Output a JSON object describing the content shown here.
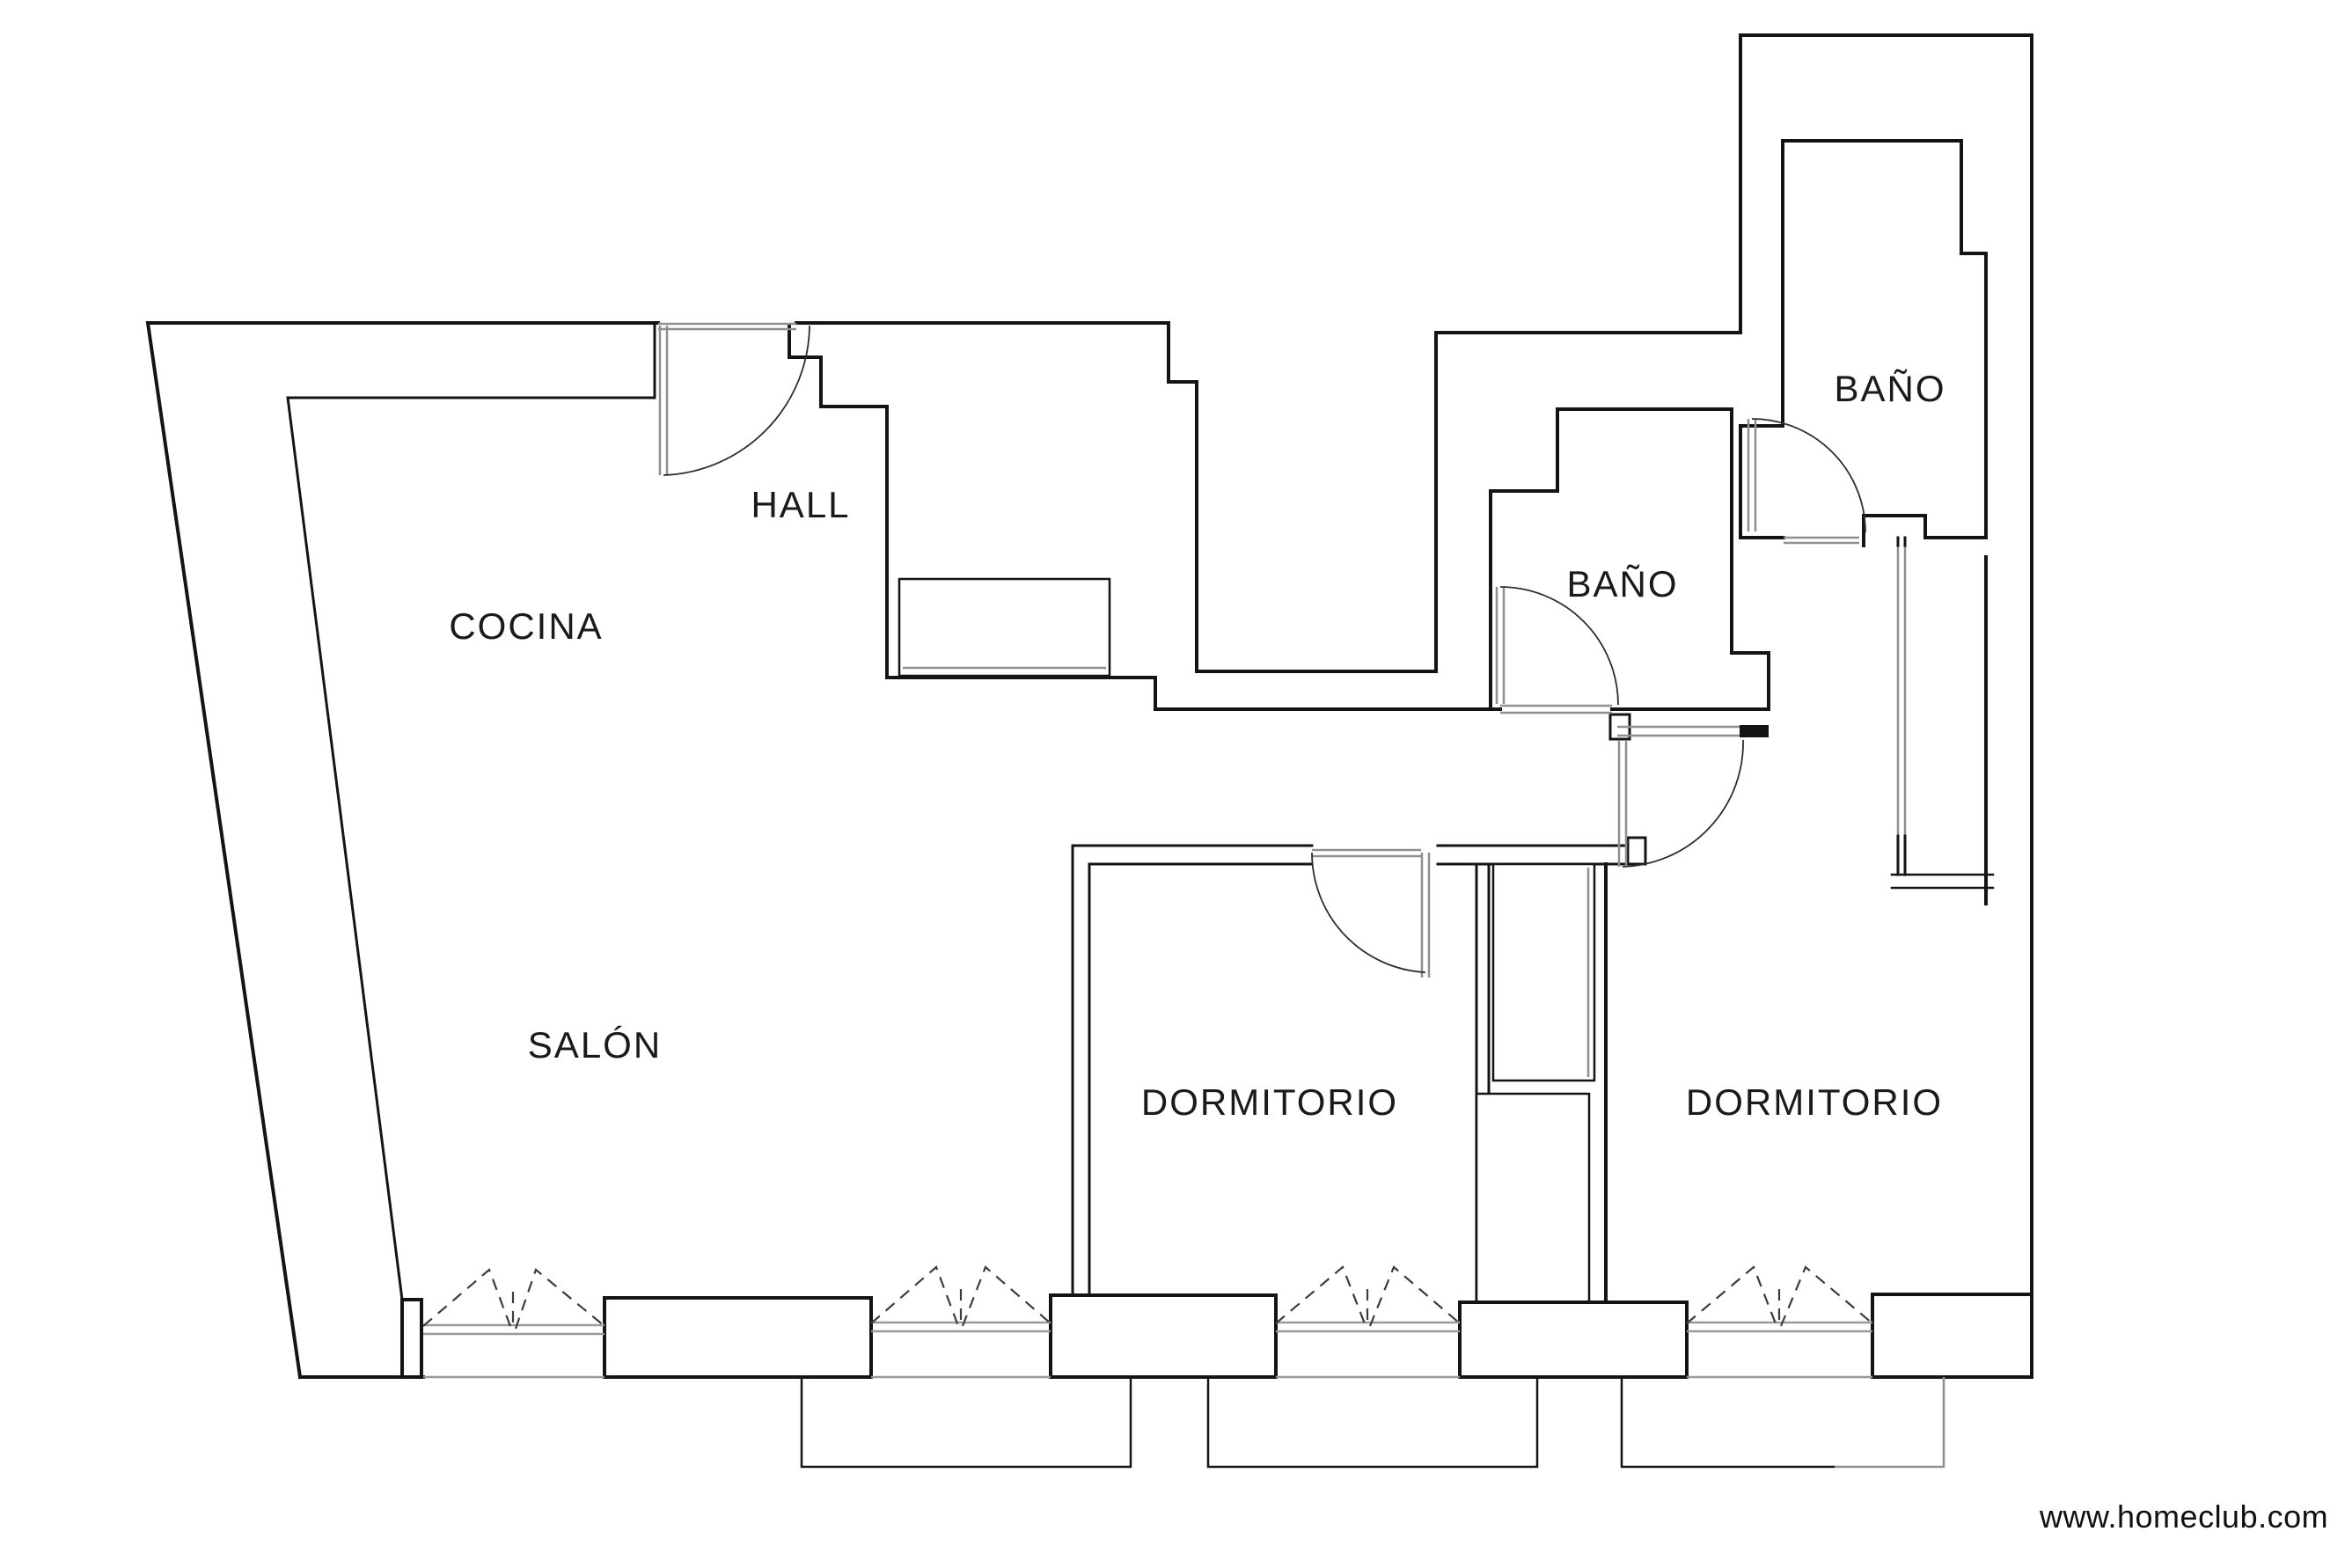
{
  "document": {
    "type": "floor-plan",
    "background": "#ffffff"
  },
  "rooms": [
    {
      "id": "cocina",
      "label": "COCINA"
    },
    {
      "id": "hall",
      "label": "HALL"
    },
    {
      "id": "salon",
      "label": "SALÓN"
    },
    {
      "id": "dormitorio-1",
      "label": "DORMITORIO"
    },
    {
      "id": "dormitorio-2",
      "label": "DORMITORIO"
    },
    {
      "id": "bano-1",
      "label": "BAÑO"
    },
    {
      "id": "bano-2",
      "label": "BAÑO"
    }
  ],
  "watermark": {
    "text": "www.homeclub.com"
  },
  "colors": {
    "wall": "#141414",
    "opening_gray": "#8f8f8f",
    "dashed_symbol": "#3c3c3c",
    "window_sill_gray": "#9a9a9a",
    "label_ink": "#1a1a1a",
    "background": "#ffffff"
  },
  "features": {
    "doors": [
      "entrance-door",
      "bano-1-door",
      "bano-2-door",
      "dormitorio-1-door",
      "dormitorio-2-door"
    ],
    "windows": [
      "salon-window-1",
      "salon-window-2",
      "dormitorio-1-window",
      "dormitorio-2-window",
      "side-window-strip"
    ],
    "balconies": 3
  }
}
